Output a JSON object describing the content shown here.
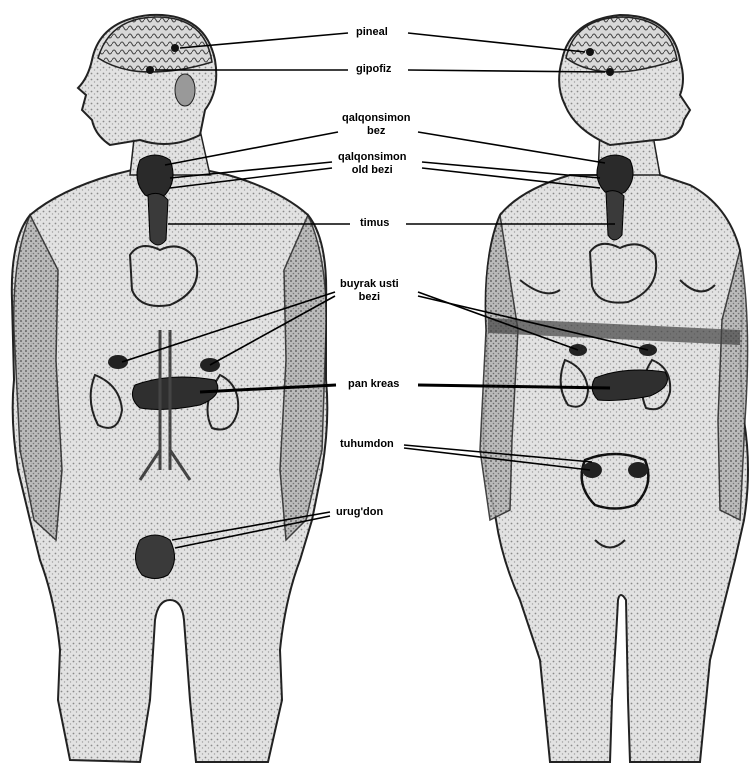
{
  "labels": {
    "pineal": "pineal",
    "gipofiz": "gipofiz",
    "qalqonsimon_bez_1": "qalqonsimon",
    "qalqonsimon_bez_2": "bez",
    "qalqonsimon_old_1": "qalqonsimon",
    "qalqonsimon_old_2": "old bezi",
    "timus": "timus",
    "buyrak_usti_1": "buyrak usti",
    "buyrak_usti_2": "bezi",
    "pankreas": "pan kreas",
    "tuhumdon": "tuhumdon",
    "urugdon": "urug'don"
  },
  "colors": {
    "ink": "#111111",
    "skin": "#d4d4d4",
    "skin_dark": "#9a9a9a",
    "organ": "#3a3a3a",
    "organ_light": "#bdbdbd",
    "background": "#ffffff"
  }
}
